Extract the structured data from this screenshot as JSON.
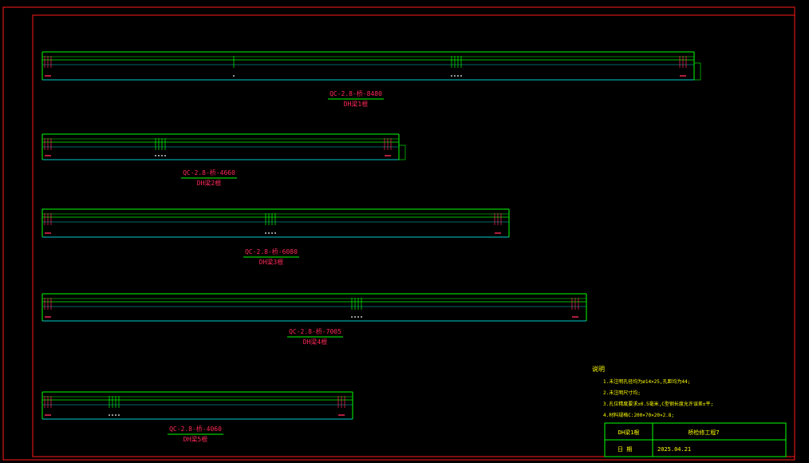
{
  "colors": {
    "background": "#000000",
    "frame": "#ff1a1a",
    "beam_outline": "#00ff00",
    "beam_bottom": "#00cccc",
    "label": "#ff2a5a",
    "notes_text": "#ffff00",
    "hole_marks": "#ffffff"
  },
  "beams": [
    {
      "code": "QC-2.8-桥-8480",
      "count_label": "DH梁1根"
    },
    {
      "code": "QC-2.8-桥-4660",
      "count_label": "DH梁2根"
    },
    {
      "code": "QC-2.8-桥-6080",
      "count_label": "DH梁3根"
    },
    {
      "code": "QC-2.8-桥-7005",
      "count_label": "DH梁4根"
    },
    {
      "code": "QC-2.8-桥-4060",
      "count_label": "DH梁5根"
    }
  ],
  "notes": {
    "title": "说明",
    "items": [
      "1.未注明孔径均为ø14×25,孔距均为44;",
      "2.未注明尺寸均;",
      "3.孔位精度要求±0.5毫米,C型钢长度允许误差±平;",
      "4.材料规格C:200×70×20×2.8;"
    ]
  },
  "title_block": {
    "left_top": "DH梁1根",
    "right_top": "桥检修工程7",
    "left_bottom": "日  期",
    "right_bottom": "2025.04.21"
  }
}
